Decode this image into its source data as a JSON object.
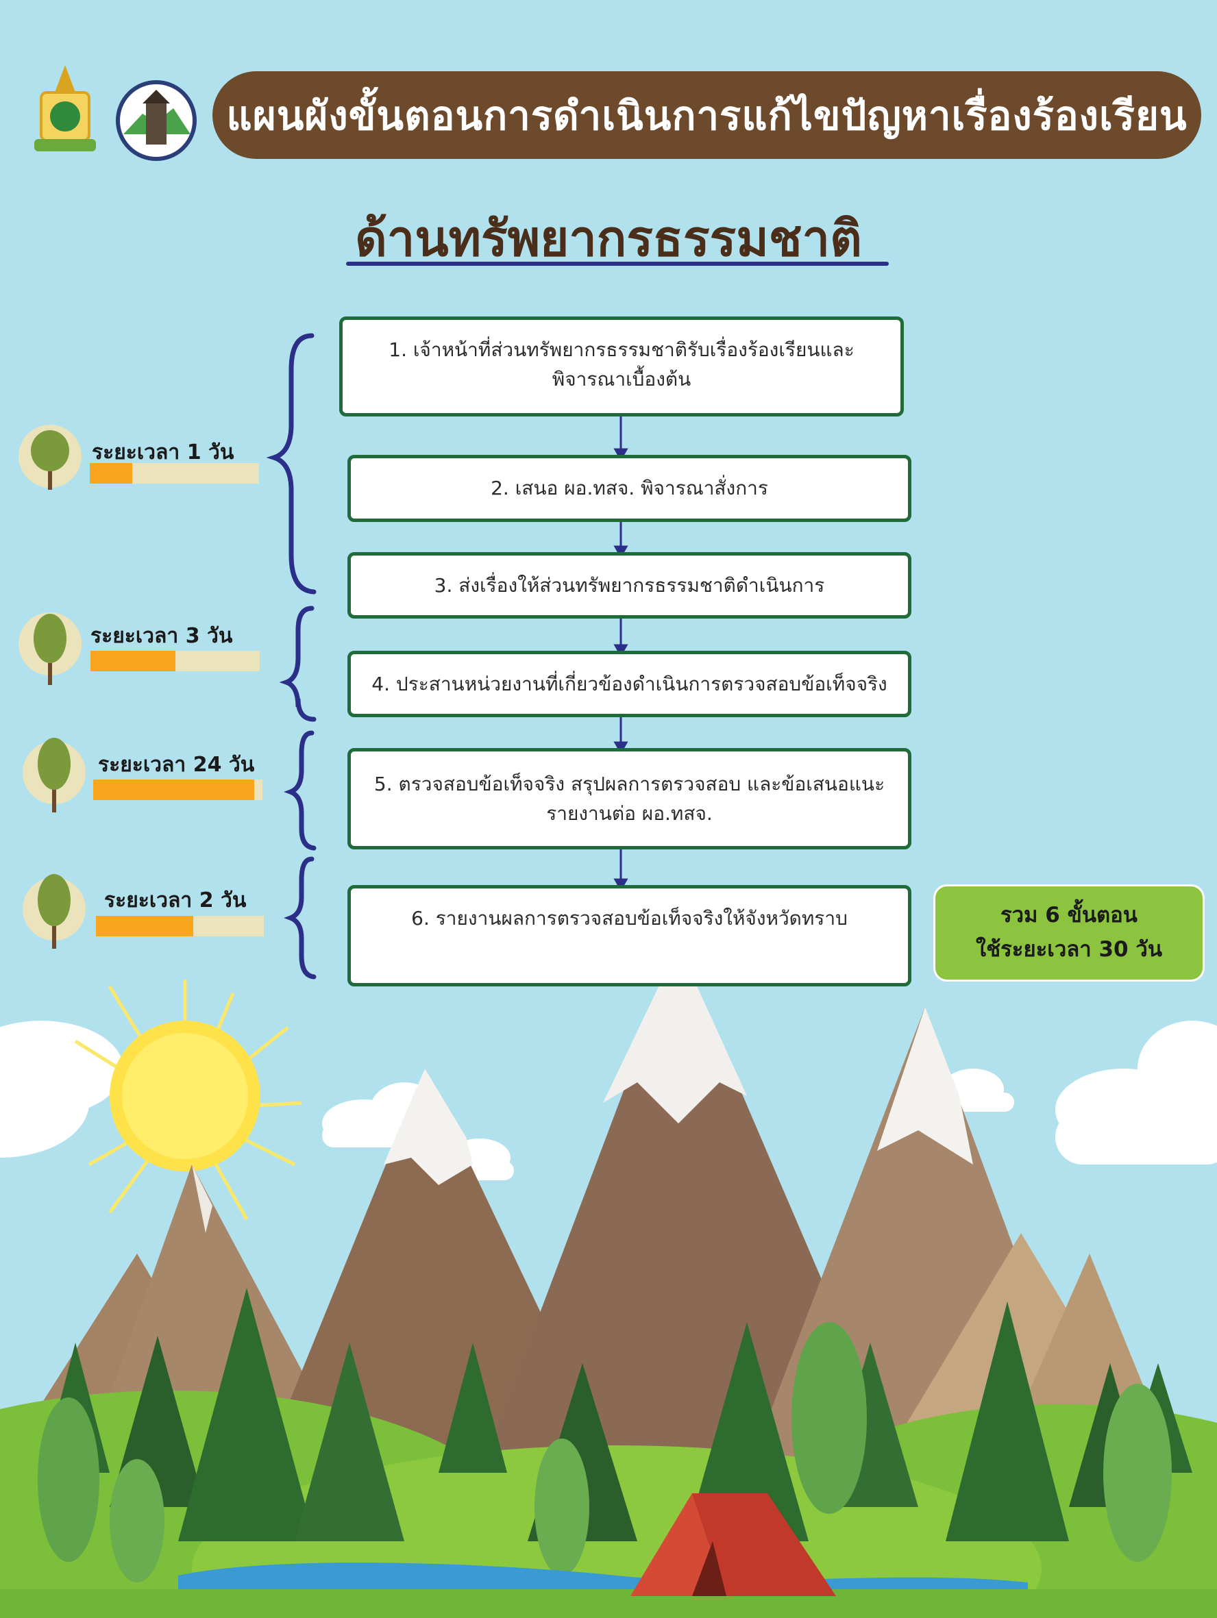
{
  "title": "แผนผังขั้นตอนการดำเนินการแก้ไขปัญหาเรื่องร้องเรียน",
  "subtitle": "ด้านทรัพยากรธรรมชาติ",
  "steps": [
    {
      "line1": "1. เจ้าหน้าที่ส่วนทรัพยากรธรรมชาติรับเรื่องร้องเรียนและ",
      "line2": "พิจารณาเบื้องต้น"
    },
    {
      "line1": "2. เสนอ ผอ.ทสจ. พิจารณาสั่งการ",
      "line2": ""
    },
    {
      "line1": "3. ส่งเรื่องให้ส่วนทรัพยากรธรรมชาติดำเนินการ",
      "line2": ""
    },
    {
      "line1": "4. ประสานหน่วยงานที่เกี่ยวข้องดำเนินการตรวจสอบข้อเท็จจริง",
      "line2": ""
    },
    {
      "line1": "5. ตรวจสอบข้อเท็จจริง สรุปผลการตรวจสอบ และข้อเสนอแนะ",
      "line2": "รายงานต่อ ผอ.ทสจ."
    },
    {
      "line1": "6. รายงานผลการตรวจสอบข้อเท็จจริงให้จังหวัดทราบ",
      "line2": ""
    }
  ],
  "durations": [
    {
      "label": "ระยะเวลา 1 วัน",
      "fill": 0.25
    },
    {
      "label": "ระยะเวลา 3 วัน",
      "fill": 0.5
    },
    {
      "label": "ระยะเวลา 24 วัน",
      "fill": 0.95
    },
    {
      "label": "ระยะเวลา 2 วัน",
      "fill": 0.58
    }
  ],
  "total": {
    "line1": "รวม 6 ขั้นตอน",
    "line2": "ใช้ระยะเวลา 30 วัน"
  },
  "colors": {
    "sky": "#b2e1ee",
    "banner": "#6d4a2c",
    "step_border": "#1f6b3a",
    "bracket": "#2b2f88",
    "bar_fill": "#f9a51e",
    "bar_bg": "#ebe3bb",
    "total_bg": "#8cc43f"
  }
}
